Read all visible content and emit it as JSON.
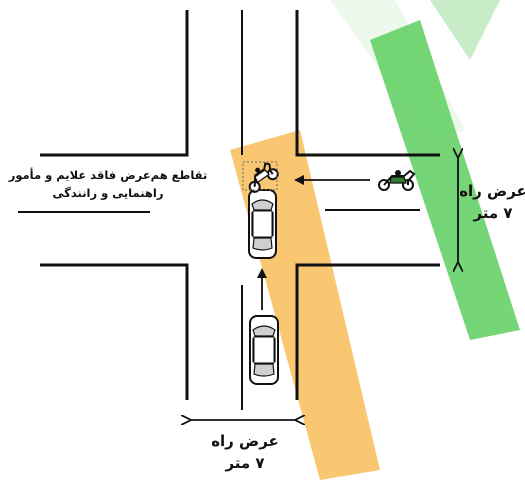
{
  "intersection_label": {
    "line1": "تقاطع هم‌عرض فاقد علایم و مأمور",
    "line2": "راهنمایی و رانندگی"
  },
  "right_road_width": {
    "line1": "عرض راه",
    "line2": "۷ متر"
  },
  "bottom_road_width": {
    "line1": "عرض راه",
    "line2": "۷ متر"
  },
  "colors": {
    "road_line": "#111111",
    "watermark_green": "#4cc94c",
    "watermark_orange": "#f5a623",
    "car_body": "#ffffff",
    "car_window": "#cfcfcf"
  },
  "icons": {
    "car": "car-icon",
    "motorcycle": "motorcycle-icon",
    "arrow": "direction-arrow-icon",
    "dimension": "dimension-arrow-icon"
  }
}
